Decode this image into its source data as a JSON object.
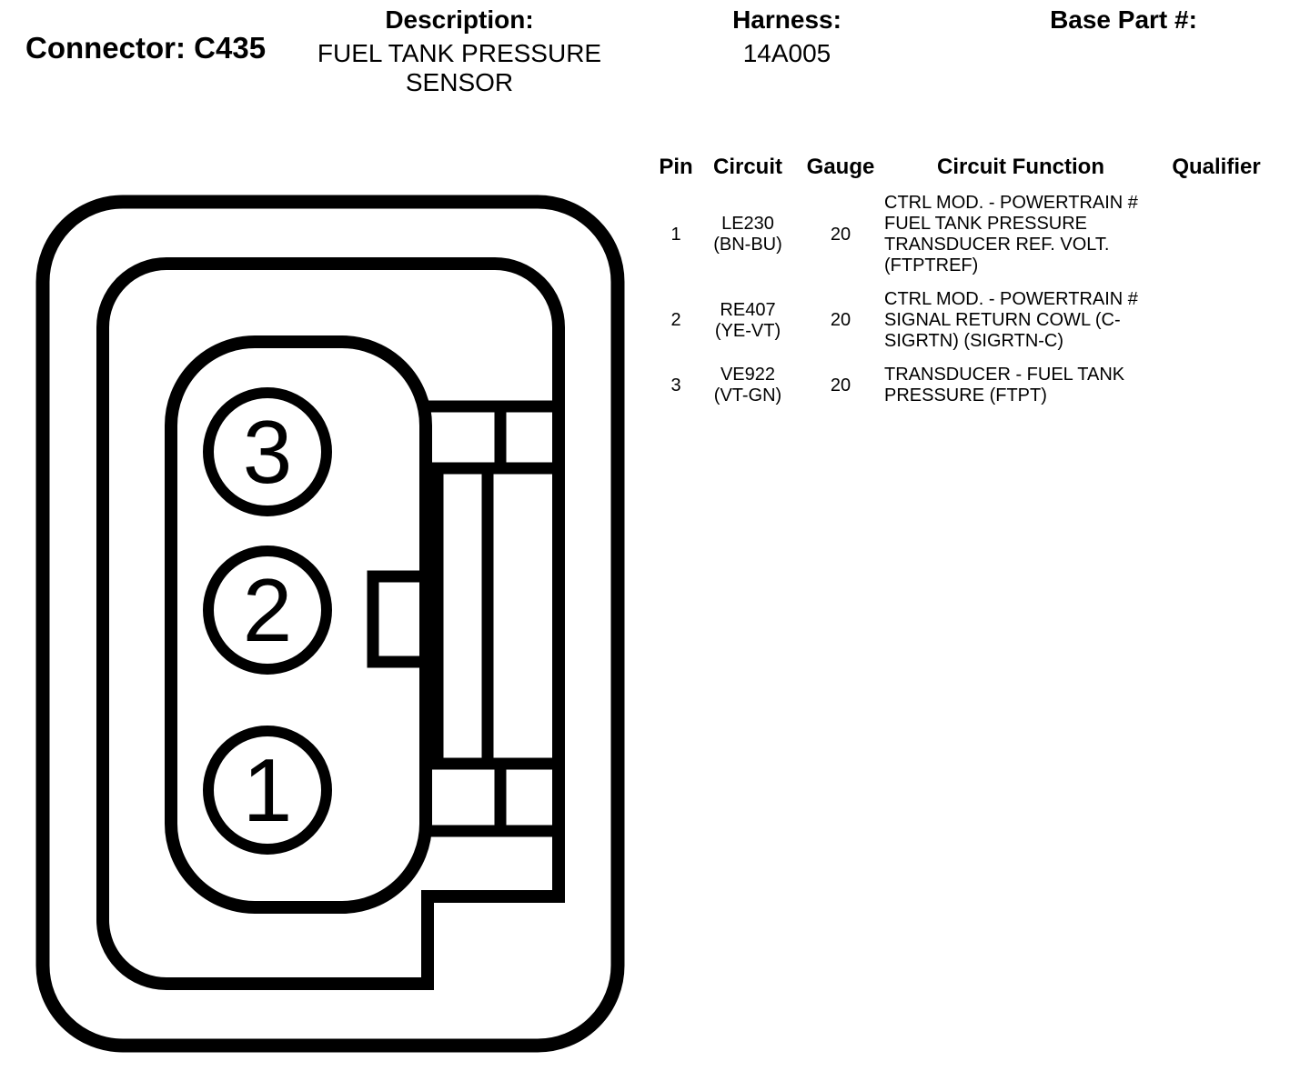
{
  "colors": {
    "ink": "#000000",
    "background": "#ffffff"
  },
  "header": {
    "connector_title": "Connector: C435",
    "description_label": "Description:",
    "description_value": "FUEL TANK PRESSURE\nSENSOR",
    "harness_label": "Harness:",
    "harness_value": "14A005",
    "base_part_label": "Base Part #:"
  },
  "connector_diagram": {
    "pin_labels": [
      "3",
      "2",
      "1"
    ]
  },
  "pin_table": {
    "columns": [
      "Pin",
      "Circuit",
      "Gauge",
      "Circuit Function",
      "Qualifier"
    ],
    "rows": [
      {
        "pin": "1",
        "circuit": "LE230\n(BN-BU)",
        "gauge": "20",
        "circuit_function": "CTRL MOD. - POWERTRAIN #\nFUEL TANK PRESSURE\nTRANSDUCER REF. VOLT.\n(FTPTREF)",
        "qualifier": ""
      },
      {
        "pin": "2",
        "circuit": "RE407\n(YE-VT)",
        "gauge": "20",
        "circuit_function": "CTRL MOD. - POWERTRAIN #\nSIGNAL RETURN COWL (C-\nSIGRTN) (SIGRTN-C)",
        "qualifier": ""
      },
      {
        "pin": "3",
        "circuit": "VE922\n(VT-GN)",
        "gauge": "20",
        "circuit_function": "TRANSDUCER - FUEL TANK\nPRESSURE (FTPT)",
        "qualifier": ""
      }
    ]
  }
}
